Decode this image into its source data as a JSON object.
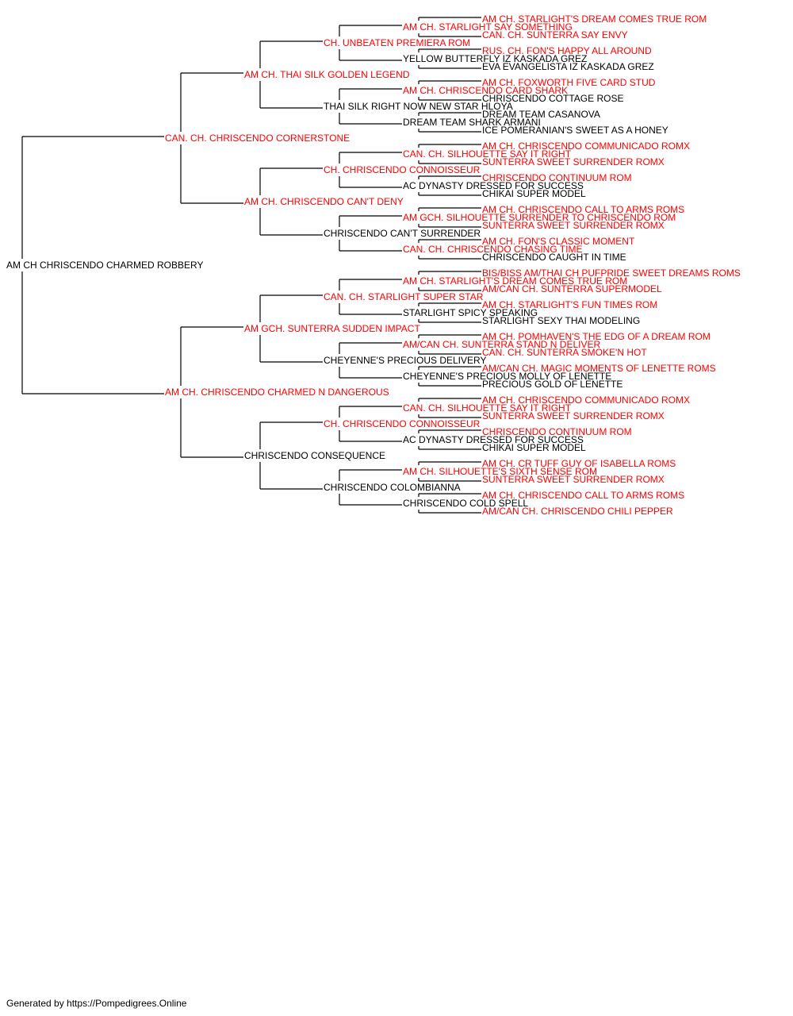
{
  "colors": {
    "champion": "#ff0000",
    "normal": "#000000",
    "line": "#000000"
  },
  "footer": "Generated by https://Pompedigrees.Online",
  "pedigree": {
    "name": "AM CH CHRISCENDO CHARMED ROBBERY",
    "champion": false,
    "sire": {
      "name": "CAN. CH. CHRISCENDO CORNERSTONE",
      "champion": true,
      "sire": {
        "name": "AM CH. THAI SILK GOLDEN LEGEND",
        "champion": true,
        "sire": {
          "name": "CH. UNBEATEN PREMIERA ROM",
          "champion": true,
          "sire": {
            "name": "AM CH. STARLIGHT SAY SOMETHING",
            "champion": true,
            "sire": {
              "name": "AM CH. STARLIGHT'S DREAM COMES TRUE ROM",
              "champion": true
            },
            "dam": {
              "name": "CAN. CH. SUNTERRA SAY ENVY",
              "champion": true
            }
          },
          "dam": {
            "name": "YELLOW BUTTERFLY IZ KASKADA GREZ",
            "champion": false,
            "sire": {
              "name": "RUS. CH. FON'S HAPPY ALL AROUND",
              "champion": true
            },
            "dam": {
              "name": "EVA EVANGELISTA IZ KASKADA GREZ",
              "champion": false
            }
          }
        },
        "dam": {
          "name": "THAI SILK RIGHT NOW NEW STAR HLOYA",
          "champion": false,
          "sire": {
            "name": "AM CH. CHRISCENDO CARD SHARK",
            "champion": true,
            "sire": {
              "name": "AM CH. FOXWORTH FIVE CARD STUD",
              "champion": true
            },
            "dam": {
              "name": "CHRISCENDO COTTAGE ROSE",
              "champion": false
            }
          },
          "dam": {
            "name": "DREAM TEAM SHARK ARMANI",
            "champion": false,
            "sire": {
              "name": "DREAM TEAM CASANOVA",
              "champion": false
            },
            "dam": {
              "name": "ICE POMERANIAN'S SWEET AS A HONEY",
              "champion": false
            }
          }
        }
      },
      "dam": {
        "name": "AM CH. CHRISCENDO CAN'T DENY",
        "champion": true,
        "sire": {
          "name": "CH. CHRISCENDO CONNOISSEUR",
          "champion": true,
          "sire": {
            "name": "CAN. CH. SILHOUETTE SAY IT RIGHT",
            "champion": true,
            "sire": {
              "name": "AM CH. CHRISCENDO COMMUNICADO ROMX",
              "champion": true
            },
            "dam": {
              "name": "SUNTERRA SWEET SURRENDER ROMX",
              "champion": true
            }
          },
          "dam": {
            "name": "AC DYNASTY DRESSED FOR SUCCESS",
            "champion": false,
            "sire": {
              "name": "CHRISCENDO CONTINUUM ROM",
              "champion": true
            },
            "dam": {
              "name": "CHIKAI SUPER MODEL",
              "champion": false
            }
          }
        },
        "dam": {
          "name": "CHRISCENDO CAN'T SURRENDER",
          "champion": false,
          "sire": {
            "name": "AM GCH. SILHOUETTE SURRENDER TO CHRISCENDO ROM",
            "champion": true,
            "sire": {
              "name": "AM CH. CHRISCENDO CALL TO ARMS ROMS",
              "champion": true
            },
            "dam": {
              "name": "SUNTERRA SWEET SURRENDER ROMX",
              "champion": true
            }
          },
          "dam": {
            "name": "CAN. CH. CHRISCENDO CHASING TIME",
            "champion": true,
            "sire": {
              "name": "AM CH. FON'S CLASSIC MOMENT",
              "champion": true
            },
            "dam": {
              "name": "CHRISCENDO CAUGHT IN TIME",
              "champion": false
            }
          }
        }
      }
    },
    "dam": {
      "name": "AM CH. CHRISCENDO CHARMED N DANGEROUS",
      "champion": true,
      "sire": {
        "name": "AM GCH. SUNTERRA SUDDEN IMPACT",
        "champion": true,
        "sire": {
          "name": "CAN. CH. STARLIGHT SUPER STAR",
          "champion": true,
          "sire": {
            "name": "AM CH. STARLIGHT'S DREAM COMES TRUE ROM",
            "champion": true,
            "sire": {
              "name": "BIS/BISS AM/THAI CH PUFPRIDE SWEET DREAMS ROMS",
              "champion": true
            },
            "dam": {
              "name": "AM/CAN CH. SUNTERRA SUPERMODEL",
              "champion": true
            }
          },
          "dam": {
            "name": "STARLIGHT SPICY SPEAKING",
            "champion": false,
            "sire": {
              "name": "AM CH. STARLIGHT'S FUN TIMES ROM",
              "champion": true
            },
            "dam": {
              "name": "STARLIGHT SEXY THAI MODELING",
              "champion": false
            }
          }
        },
        "dam": {
          "name": "CHEYENNE'S PRECIOUS DELIVERY",
          "champion": false,
          "sire": {
            "name": "AM/CAN CH. SUNTERRA STAND N DELIVER",
            "champion": true,
            "sire": {
              "name": "AM CH. POMHAVEN'S THE EDG OF A DREAM ROM",
              "champion": true
            },
            "dam": {
              "name": "CAN. CH. SUNTERRA SMOKE'N HOT",
              "champion": true
            }
          },
          "dam": {
            "name": "CHEYENNE'S PRECIOUS MOLLY OF LENETTE",
            "champion": false,
            "sire": {
              "name": "AM/CAN CH. MAGIC MOMENTS OF LENETTE ROMS",
              "champion": true
            },
            "dam": {
              "name": "PRECIOUS GOLD OF LENETTE",
              "champion": false
            }
          }
        }
      },
      "dam": {
        "name": "CHRISCENDO CONSEQUENCE",
        "champion": false,
        "sire": {
          "name": "CH. CHRISCENDO CONNOISSEUR",
          "champion": true,
          "sire": {
            "name": "CAN. CH. SILHOUETTE SAY IT RIGHT",
            "champion": true,
            "sire": {
              "name": "AM CH. CHRISCENDO COMMUNICADO ROMX",
              "champion": true
            },
            "dam": {
              "name": "SUNTERRA SWEET SURRENDER ROMX",
              "champion": true
            }
          },
          "dam": {
            "name": "AC DYNASTY DRESSED FOR SUCCESS",
            "champion": false,
            "sire": {
              "name": "CHRISCENDO CONTINUUM ROM",
              "champion": true
            },
            "dam": {
              "name": "CHIKAI SUPER MODEL",
              "champion": false
            }
          }
        },
        "dam": {
          "name": "CHRISCENDO COLOMBIANNA",
          "champion": false,
          "sire": {
            "name": "AM CH. SILHOUETTE'S SIXTH SENSE ROM",
            "champion": true,
            "sire": {
              "name": "AM CH. CR TUFF GUY OF ISABELLA ROMS",
              "champion": true
            },
            "dam": {
              "name": "SUNTERRA SWEET SURRENDER ROMX",
              "champion": true
            }
          },
          "dam": {
            "name": "CHRISCENDO COLD SPELL",
            "champion": false,
            "sire": {
              "name": "AM CH. CHRISCENDO CALL TO ARMS ROMS",
              "champion": true
            },
            "dam": {
              "name": "AM/CAN CH. CHRISCENDO CHILI PEPPER",
              "champion": true
            }
          }
        }
      }
    }
  }
}
